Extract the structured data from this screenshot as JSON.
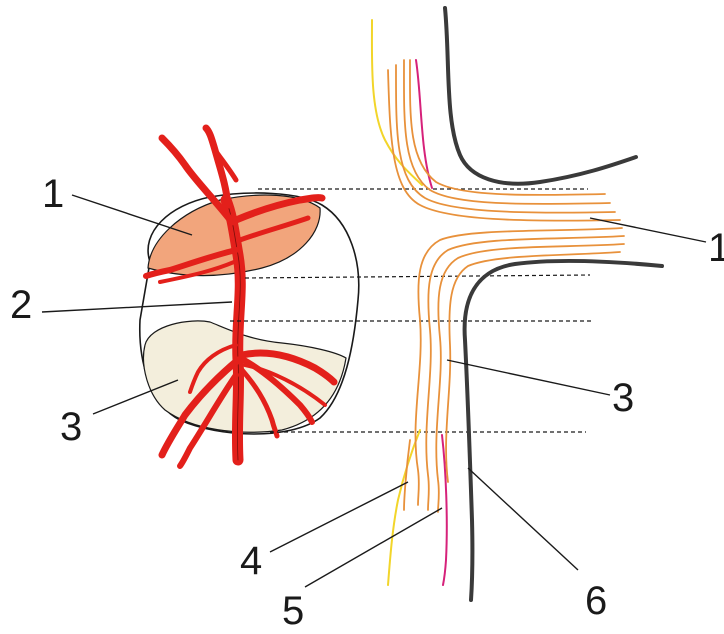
{
  "labels": {
    "left": [
      "1",
      "2",
      "3"
    ],
    "right": [
      "1",
      "3",
      "4",
      "5",
      "6"
    ]
  },
  "colors": {
    "vessel": "#e3201b",
    "disc_rim": "#f2a57c",
    "pale_area": "#f3eedc",
    "nerve_fibers": "#e8913b",
    "yellow_fiber": "#f2d52a",
    "pink_fiber": "#d6217a",
    "wall": "#3a3a3a",
    "leader": "#1a1a1a"
  }
}
